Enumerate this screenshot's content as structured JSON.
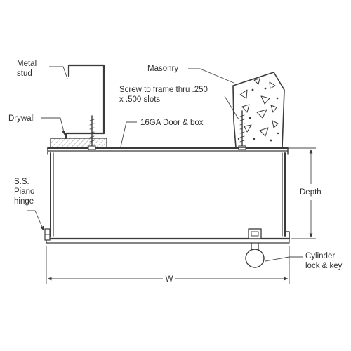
{
  "labels": {
    "metal_stud": [
      "Metal",
      "stud"
    ],
    "masonry": "Masonry",
    "screw_note": [
      "Screw to frame thru .250",
      "x .500 slots"
    ],
    "drywall": "Drywall",
    "door_box": "16GA Door & box",
    "piano_hinge": [
      "S.S.",
      "Piano",
      "hinge"
    ],
    "depth": "Depth",
    "cylinder_lock": [
      "Cylinder",
      "lock & key"
    ],
    "width": "W"
  },
  "colors": {
    "line": "#3a3a3a",
    "text": "#2e2e2e",
    "background": "#ffffff"
  }
}
